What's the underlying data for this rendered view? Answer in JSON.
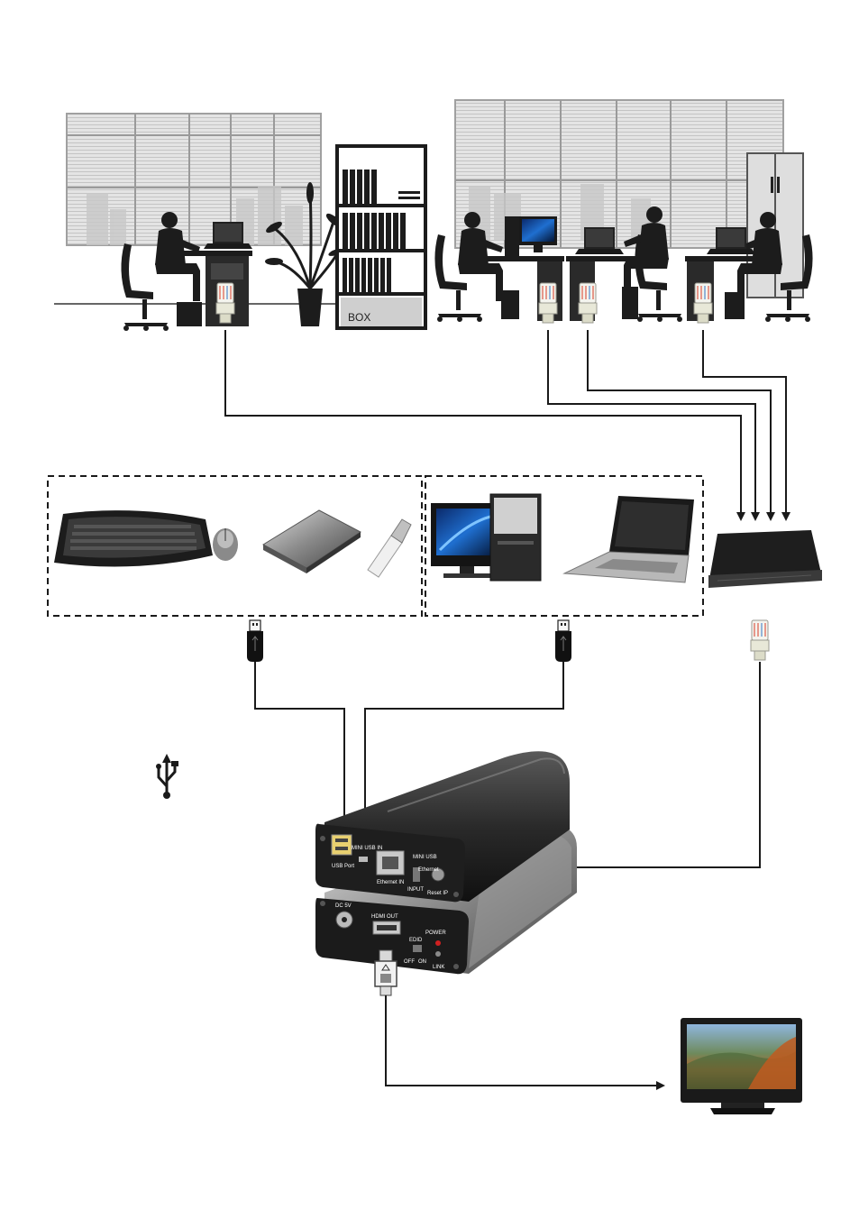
{
  "office": {
    "cabinet_label": "BOX"
  },
  "receiver": {
    "top_panel": {
      "usb_port": "USB Port",
      "mini_usb_in": "MINI USB IN",
      "ethernet_in": "Ethernet IN",
      "mini_usb_ethernet": "MINI USB",
      "ethernet": "Ethernet",
      "input": "INPUT",
      "reset_ip": "Reset IP"
    },
    "bottom_panel": {
      "dc_5v": "DC 5V",
      "hdmi_out": "HDMI OUT",
      "power": "POWER",
      "edid": "EDID",
      "off": "OFF",
      "on": "ON",
      "link": "LINK"
    }
  },
  "icons": [
    "person-at-desk-icon",
    "laptop-icon",
    "rj45-connector-icon",
    "router-icon",
    "keyboard-icon",
    "mouse-icon",
    "external-hdd-icon",
    "usb-flash-drive-icon",
    "desktop-pc-icon",
    "usb-plug-icon",
    "usb-symbol-icon",
    "hdmi-plug-icon",
    "tv-icon"
  ],
  "colors": {
    "line": "#1a1a1a",
    "silhouette": "#1c1c1c",
    "window_gray": "#d9d9d9",
    "device_dark": "#2b2b2b",
    "rj45_pin": "#e07060"
  }
}
